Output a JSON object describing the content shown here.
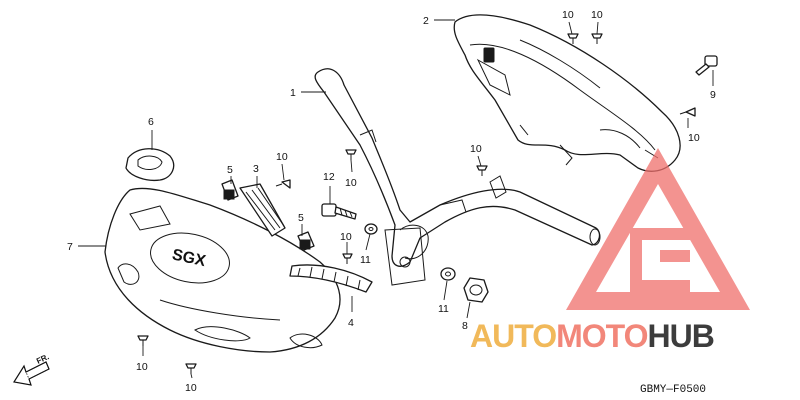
{
  "diagram_code": "GBMY—F0500",
  "direction_label": "FR.",
  "logo_label": "SGX",
  "watermark": {
    "parts": [
      "AUTO",
      "MOTO",
      "HUB"
    ],
    "colors": [
      "#f1b95a",
      "#f2877a",
      "#3c3c3c"
    ],
    "logo_color": "#ef6f6c"
  },
  "callouts": [
    {
      "id": "c1",
      "label": "1"
    },
    {
      "id": "c2",
      "label": "2"
    },
    {
      "id": "c3",
      "label": "3"
    },
    {
      "id": "c4",
      "label": "4"
    },
    {
      "id": "c5a",
      "label": "5"
    },
    {
      "id": "c5b",
      "label": "5"
    },
    {
      "id": "c6",
      "label": "6"
    },
    {
      "id": "c7",
      "label": "7"
    },
    {
      "id": "c8",
      "label": "8"
    },
    {
      "id": "c9",
      "label": "9"
    },
    {
      "id": "c10a",
      "label": "10"
    },
    {
      "id": "c10b",
      "label": "10"
    },
    {
      "id": "c10c",
      "label": "10"
    },
    {
      "id": "c10d",
      "label": "10"
    },
    {
      "id": "c10e",
      "label": "10"
    },
    {
      "id": "c10f",
      "label": "10"
    },
    {
      "id": "c10g",
      "label": "10"
    },
    {
      "id": "c10h",
      "label": "10"
    },
    {
      "id": "c10i",
      "label": "10"
    },
    {
      "id": "c11a",
      "label": "11"
    },
    {
      "id": "c11b",
      "label": "11"
    },
    {
      "id": "c12",
      "label": "12"
    }
  ]
}
